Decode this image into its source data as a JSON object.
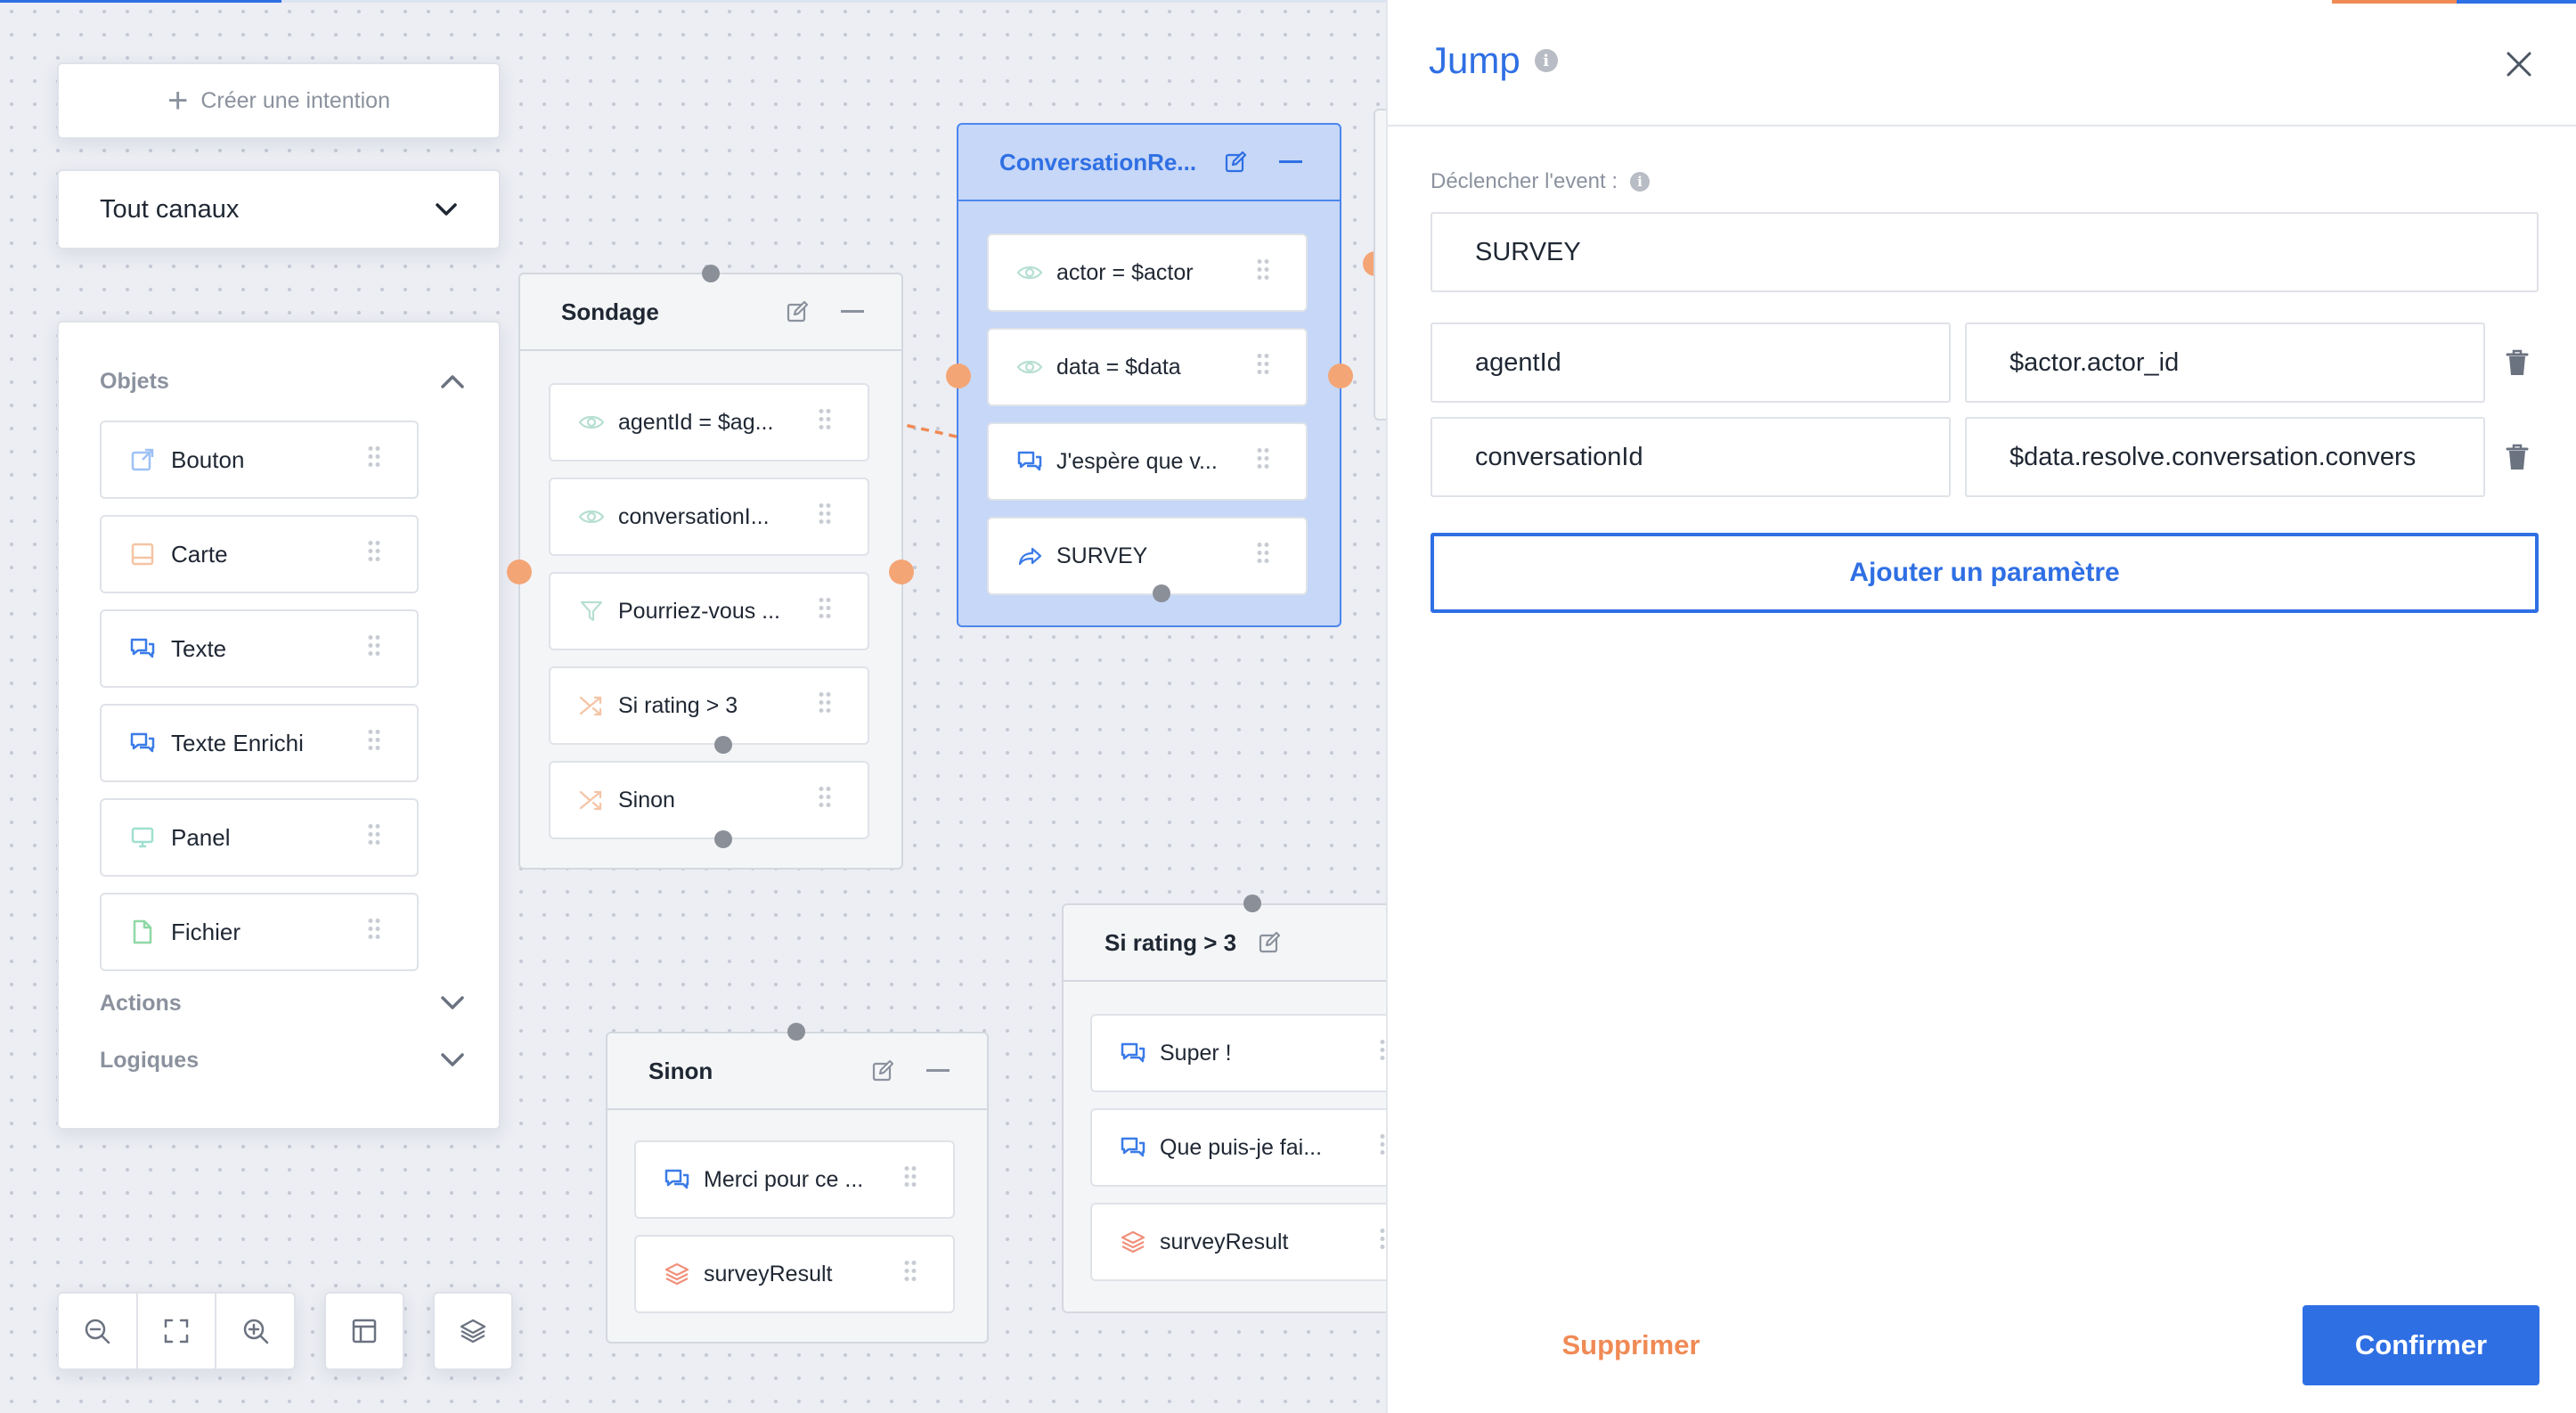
{
  "canvas": {
    "create_intent_label": "Créer une intention",
    "channel_select_value": "Tout canaux",
    "objects_panel": {
      "objects_header": "Objets",
      "items": [
        {
          "label": "Bouton",
          "icon": "external-link-icon"
        },
        {
          "label": "Carte",
          "icon": "card-icon"
        },
        {
          "label": "Texte",
          "icon": "chat-bubble-icon"
        },
        {
          "label": "Texte Enrichi",
          "icon": "chat-bubble-icon"
        },
        {
          "label": "Panel",
          "icon": "monitor-icon"
        },
        {
          "label": "Fichier",
          "icon": "file-icon"
        }
      ],
      "actions_header": "Actions",
      "logiques_header": "Logiques"
    },
    "nodes": {
      "sondage": {
        "title": "Sondage",
        "items": [
          "agentId = $ag...",
          "conversationI...",
          "Pourriez-vous ...",
          "Si rating > 3",
          "Sinon"
        ]
      },
      "conversation": {
        "title": "ConversationRe...",
        "items": [
          "actor = $actor",
          "data = $data",
          "J'espère que v...",
          "SURVEY"
        ]
      },
      "si_rating": {
        "title": "Si rating > 3",
        "items": [
          "Super !",
          "Que puis-je fai...",
          "surveyResult"
        ]
      },
      "sinon": {
        "title": "Sinon",
        "items": [
          "Merci pour ce ...",
          "surveyResult"
        ]
      }
    }
  },
  "panel": {
    "title": "Jump",
    "event_label": "Déclencher l'event :",
    "event_value": "SURVEY",
    "params": [
      {
        "key": "agentId",
        "value": "$actor.actor_id"
      },
      {
        "key": "conversationId",
        "value": "$data.resolve.conversation.convers"
      }
    ],
    "add_param_label": "Ajouter un paramètre",
    "delete_label": "Supprimer",
    "confirm_label": "Confirmer"
  },
  "colors": {
    "accent": "#2f6fe4",
    "orange": "#f08a55",
    "selected_node": "#c6d7f7"
  }
}
